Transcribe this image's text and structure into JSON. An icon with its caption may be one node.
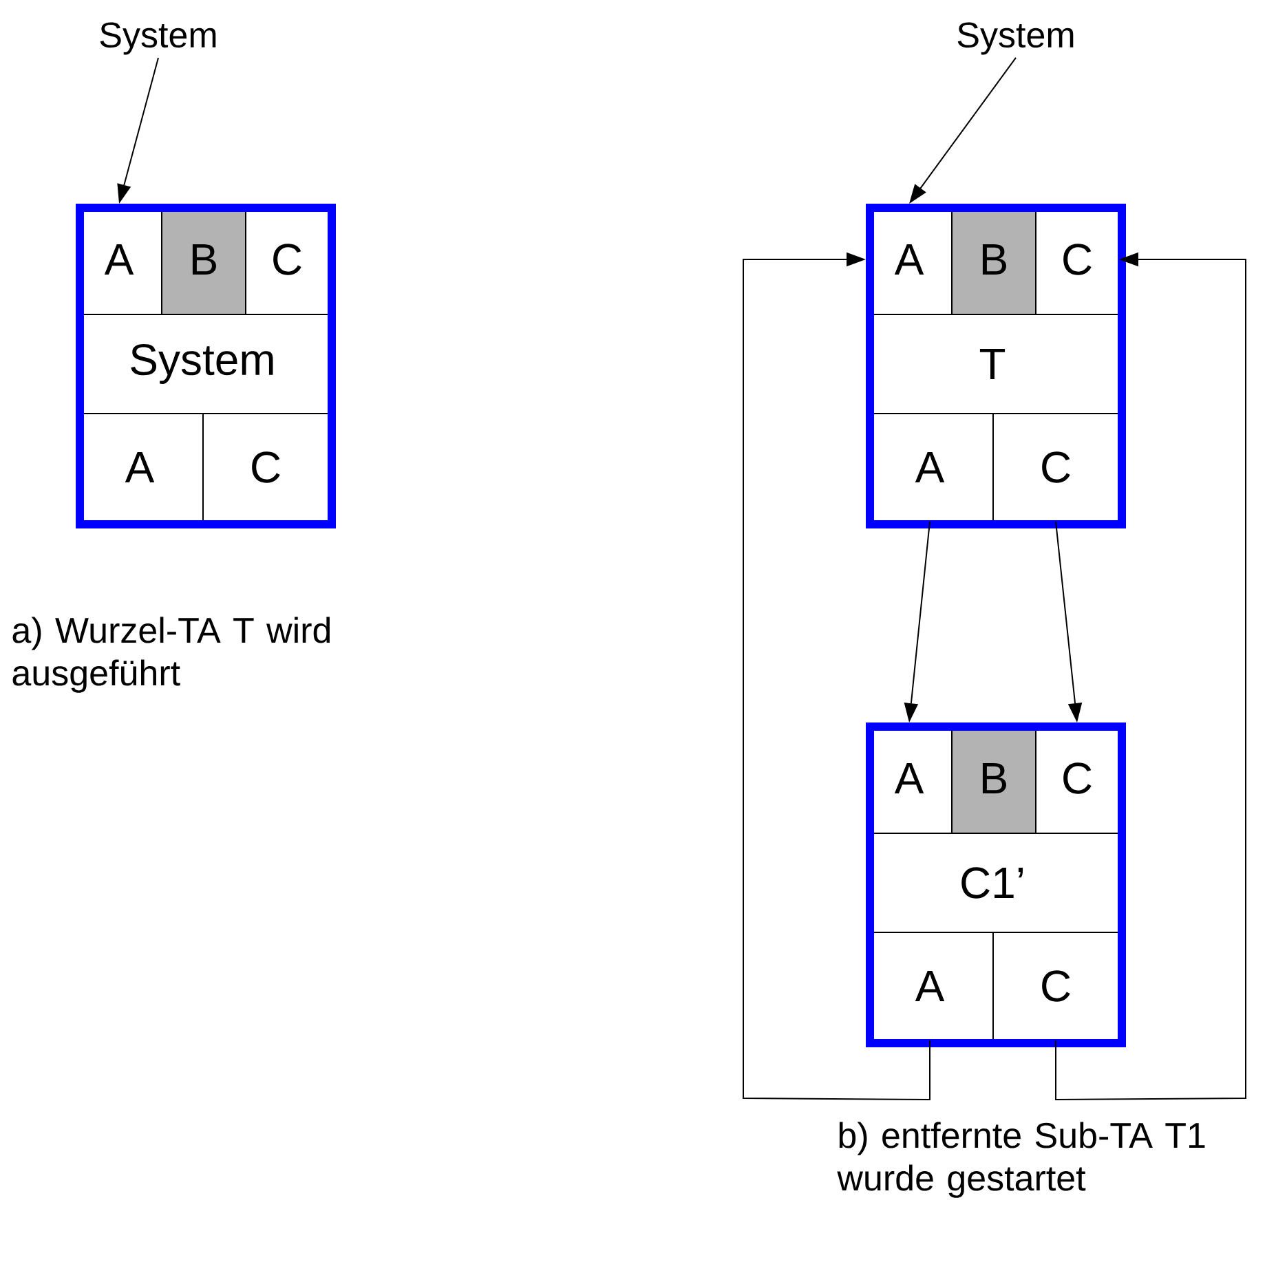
{
  "diagram": {
    "nodes": [
      {
        "text": [
          "System"
        ]
      },
      {
        "text": [],
        "shape": "box"
      },
      {
        "text": [
          "A"
        ],
        "in": 1
      },
      {
        "text": [
          "B"
        ],
        "in": 1
      },
      {
        "text": [
          "C"
        ],
        "in": 1
      },
      {
        "text": [
          "System"
        ],
        "in": 1
      },
      {
        "text": [
          "A"
        ],
        "in": 1
      },
      {
        "text": [
          "C"
        ],
        "in": 1
      },
      {
        "text": [
          "System"
        ]
      },
      {
        "text": [],
        "shape": "box"
      },
      {
        "text": [
          "A"
        ],
        "in": 9
      },
      {
        "text": [
          "B"
        ],
        "in": 9
      },
      {
        "text": [
          "C"
        ],
        "in": 9
      },
      {
        "text": [
          "T"
        ],
        "in": 9
      },
      {
        "text": [
          "A"
        ],
        "in": 9
      },
      {
        "text": [
          "C"
        ],
        "in": 9
      },
      {
        "text": [],
        "shape": "box"
      },
      {
        "text": [
          "A"
        ],
        "in": 16
      },
      {
        "text": [
          "B"
        ],
        "in": 16
      },
      {
        "text": [
          "C"
        ],
        "in": 16
      },
      {
        "text": [
          "C1’"
        ],
        "in": 16
      },
      {
        "text": [
          "A"
        ],
        "in": 16
      },
      {
        "text": [
          "C"
        ],
        "in": 16
      }
    ],
    "edges": [
      {
        "from": 0,
        "to": 2,
        "arrow": "to"
      },
      {
        "from": 8,
        "to": 10,
        "arrow": "to"
      },
      {
        "from": 14,
        "to": 17,
        "arrow": "to"
      },
      {
        "from": 15,
        "to": 19,
        "arrow": "to"
      },
      {
        "from": 21,
        "to": 10,
        "arrow": "to"
      },
      {
        "from": 22,
        "to": 12,
        "arrow": "to"
      }
    ],
    "labels": [
      "a) Wurzel-TA T wird ausgeführt",
      "b) entfernte Sub-TA T1 wurde gestartet"
    ]
  }
}
